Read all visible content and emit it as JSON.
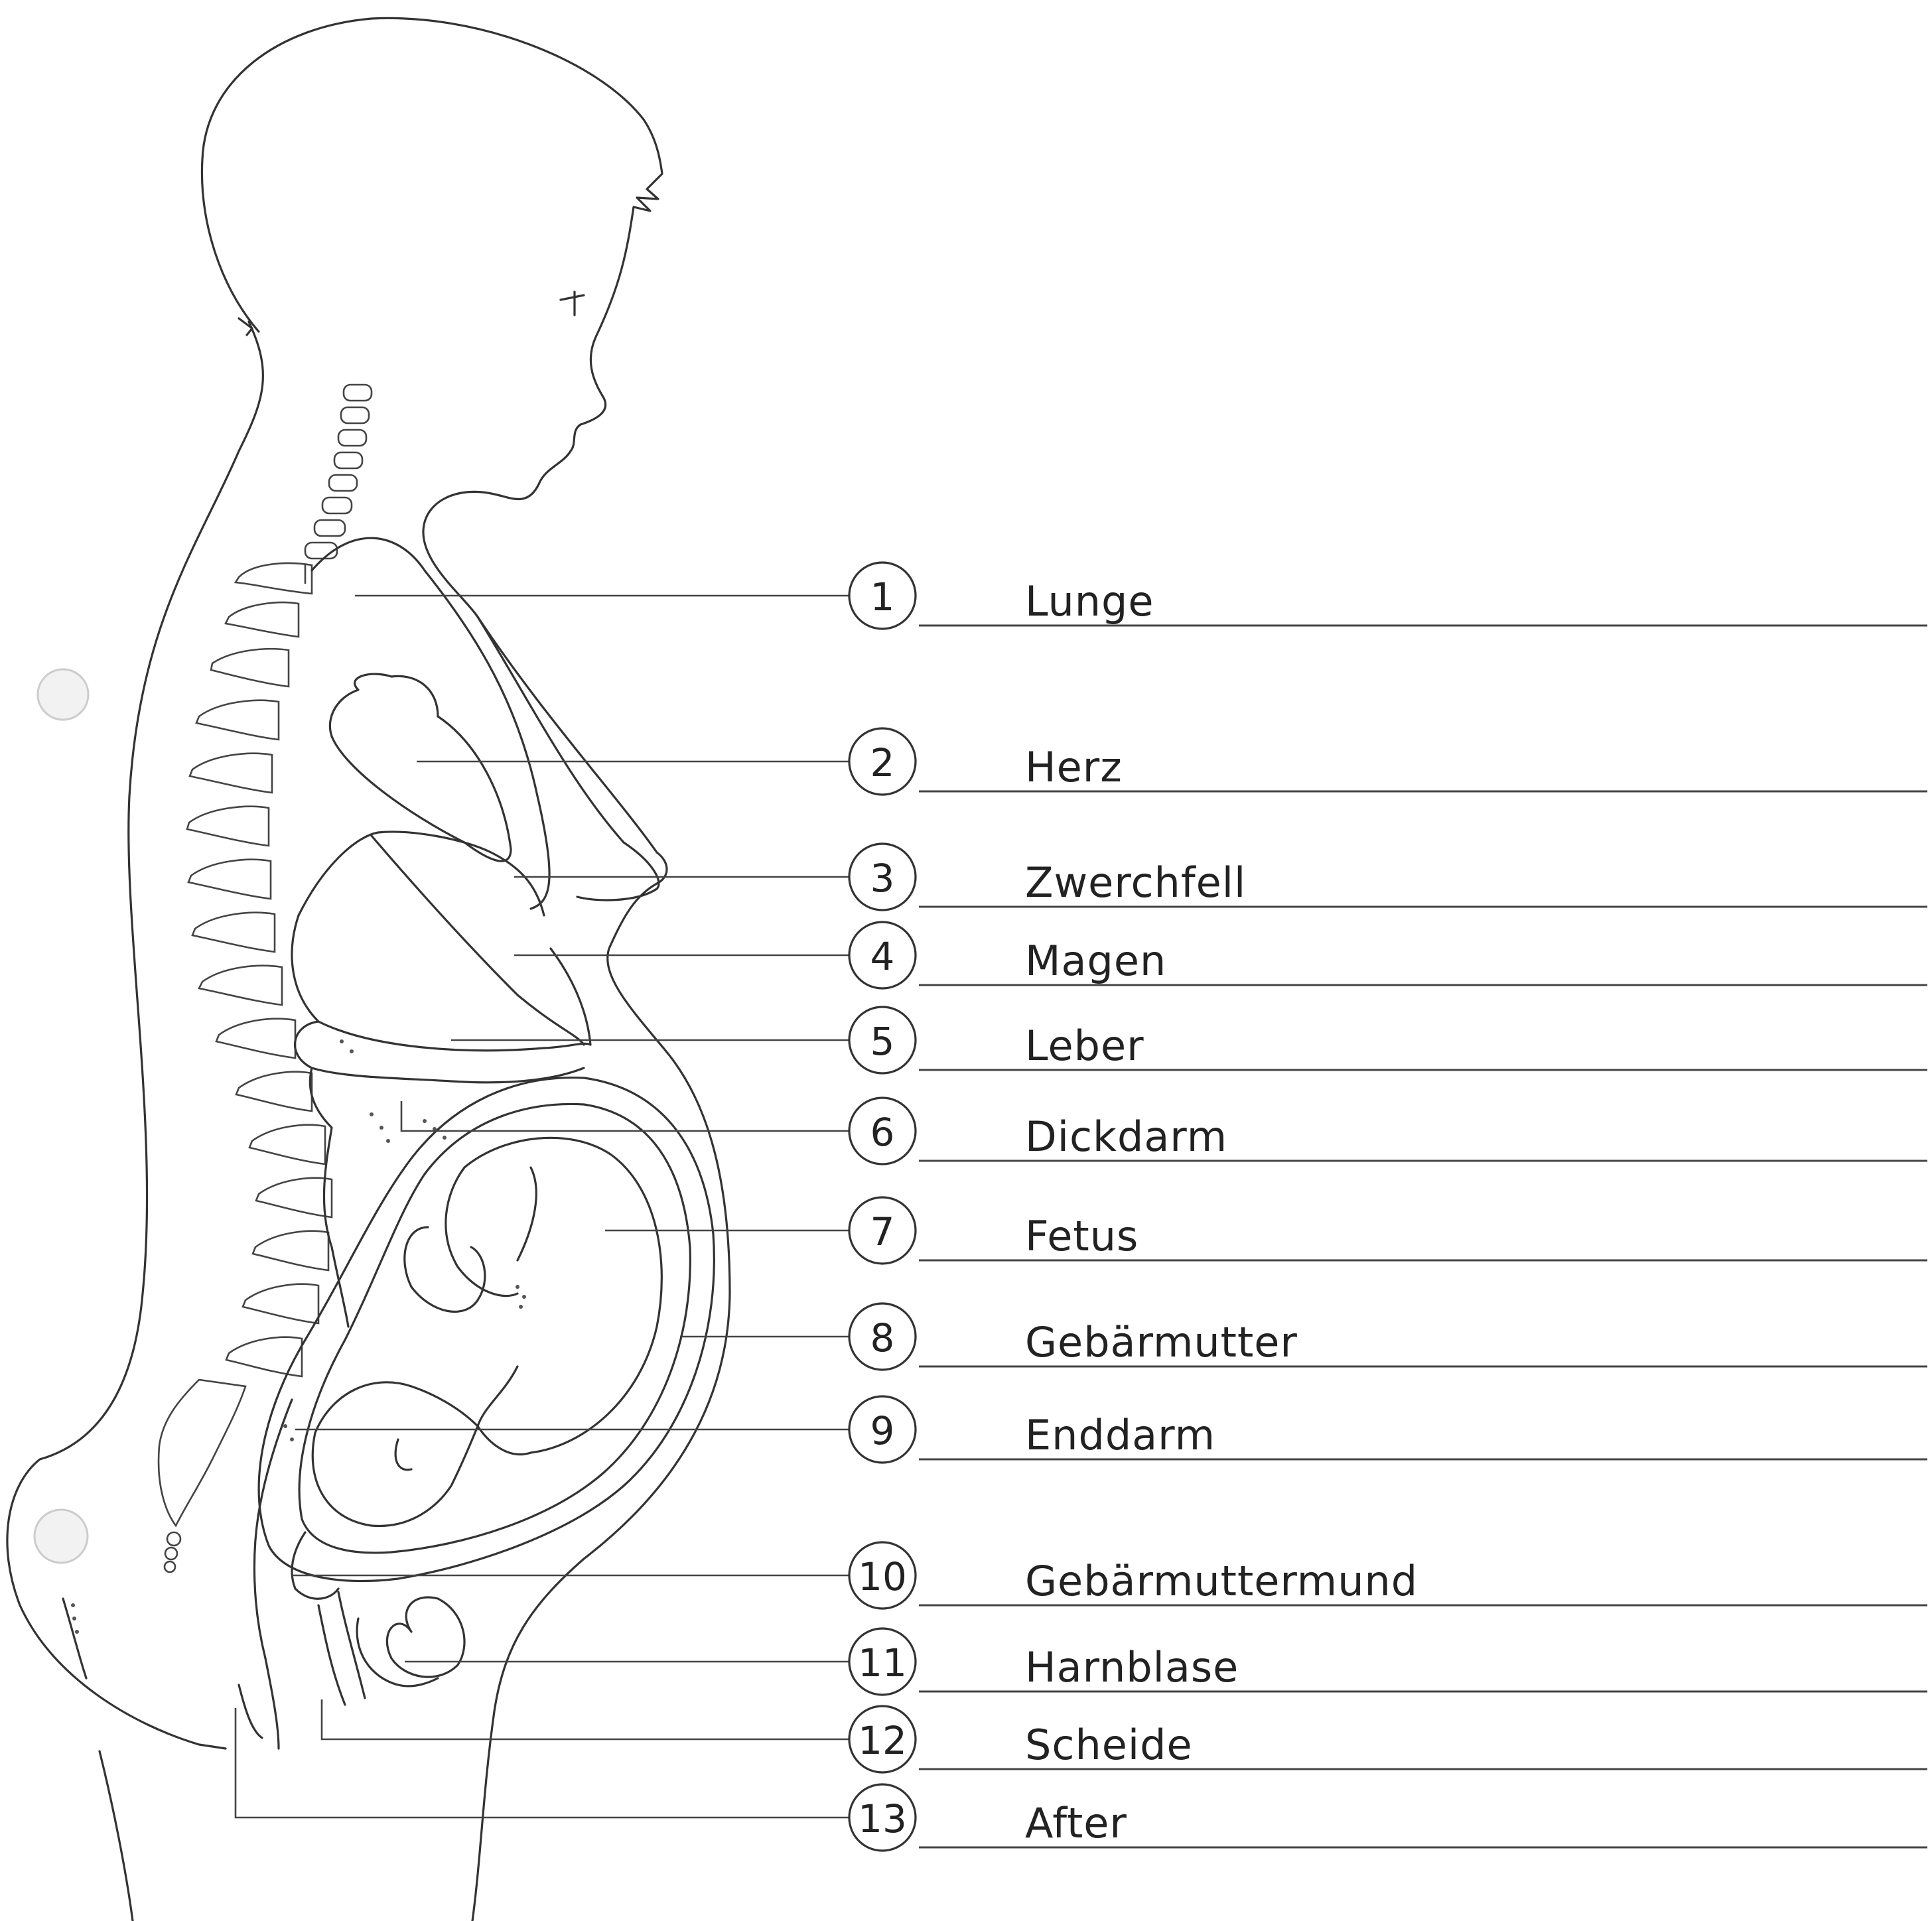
{
  "labels": [
    {
      "number": "1",
      "name": "Lunge"
    },
    {
      "number": "2",
      "name": "Herz"
    },
    {
      "number": "3",
      "name": "Zwerchfell"
    },
    {
      "number": "4",
      "name": "Magen"
    },
    {
      "number": "5",
      "name": "Leber"
    },
    {
      "number": "6",
      "name": "Dickdarm"
    },
    {
      "number": "7",
      "name": "Fetus"
    },
    {
      "number": "8",
      "name": "Gebärmutter"
    },
    {
      "number": "9",
      "name": "Enddarm"
    },
    {
      "number": "10",
      "name": "Gebärmuttermund"
    },
    {
      "number": "11",
      "name": "Harnblase"
    },
    {
      "number": "12",
      "name": "Scheide"
    },
    {
      "number": "13",
      "name": "After"
    }
  ]
}
